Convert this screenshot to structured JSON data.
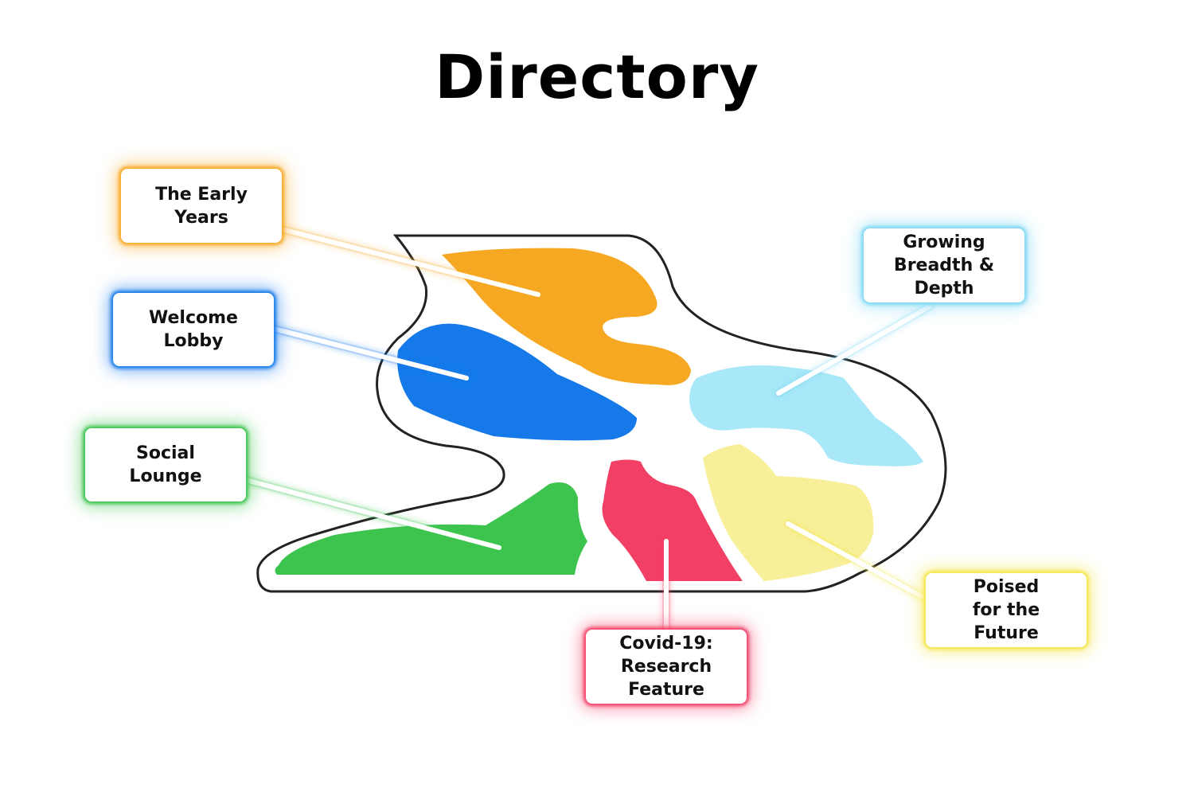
{
  "title": "Directory",
  "sections": {
    "early_years": {
      "label": "The Early\nYears",
      "color": "#f7a823"
    },
    "welcome_lobby": {
      "label": "Welcome\nLobby",
      "color": "#1579e9"
    },
    "social_lounge": {
      "label": "Social\nLounge",
      "color": "#3cc44e"
    },
    "growing": {
      "label": "Growing\nBreadth &\nDepth",
      "color": "#a8e8f8"
    },
    "poised": {
      "label": "Poised\nfor the\nFuture",
      "color": "#f8ef9a"
    },
    "covid": {
      "label": "Covid-19:\nResearch\nFeature",
      "color": "#f23f66"
    }
  }
}
